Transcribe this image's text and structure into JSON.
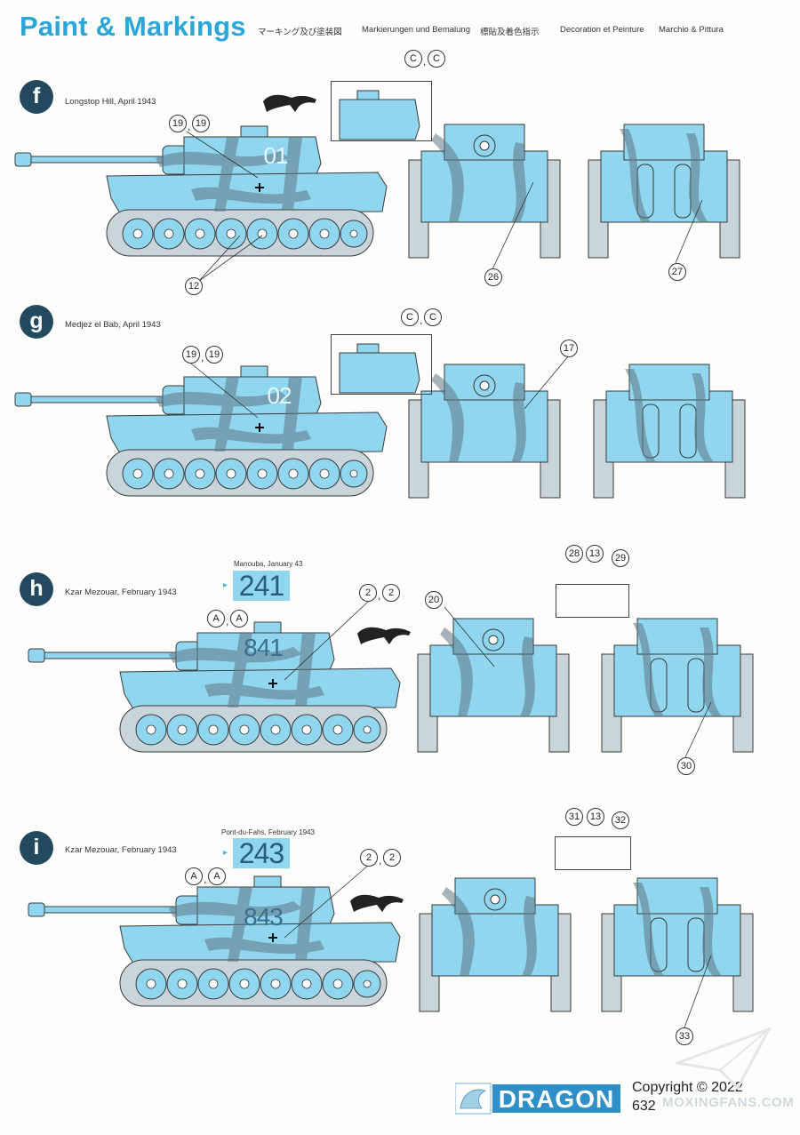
{
  "header": {
    "title": "Paint & Markings",
    "languages": [
      "マーキング及び塗装図",
      "Markierungen und Bemalung",
      "標貼及着色指示",
      "Decoration et Peinture",
      "Marchio & Pittura"
    ]
  },
  "sections": [
    {
      "letter": "f",
      "location": "Longstop Hill, April 1943",
      "callouts": {
        "c1": "C",
        "c2": "C",
        "n19a": "19",
        "n19b": "19",
        "n12": "12",
        "n26": "26",
        "n27": "27"
      },
      "turret_number": "01"
    },
    {
      "letter": "g",
      "location": "Medjez el Bab, April 1943",
      "callouts": {
        "c1": "C",
        "c2": "C",
        "n19a": "19",
        "n19b": "19",
        "n17": "17"
      },
      "turret_number": "02"
    },
    {
      "letter": "h",
      "location": "Kzar Mezouar, February 1943",
      "alt_label": "Manouba, January 43",
      "alt_number": "241",
      "turret_number": "841",
      "callouts": {
        "a1": "A",
        "a2": "A",
        "n2a": "2",
        "n2b": "2",
        "n20": "20",
        "n28": "28",
        "n13": "13",
        "n29": "29",
        "n30": "30"
      }
    },
    {
      "letter": "i",
      "location": "Kzar Mezouar, February 1943",
      "alt_label": "Pont-du-Fahs, February 1943",
      "alt_number": "243",
      "turret_number": "843",
      "callouts": {
        "a1": "A",
        "a2": "A",
        "n2a": "2",
        "n2b": "2",
        "n31": "31",
        "n13": "13",
        "n32": "32",
        "n33": "33"
      }
    }
  ],
  "footer": {
    "brand": "DRAGON",
    "copyright": "Copyright © 2022",
    "code": "632",
    "watermark": "MOXINGFANS.COM"
  },
  "colors": {
    "title": "#2aa6d9",
    "badge": "#23495e",
    "tank_base": "#8fd6ee",
    "camo": "#5f7885",
    "outline": "#3a3a3a"
  }
}
